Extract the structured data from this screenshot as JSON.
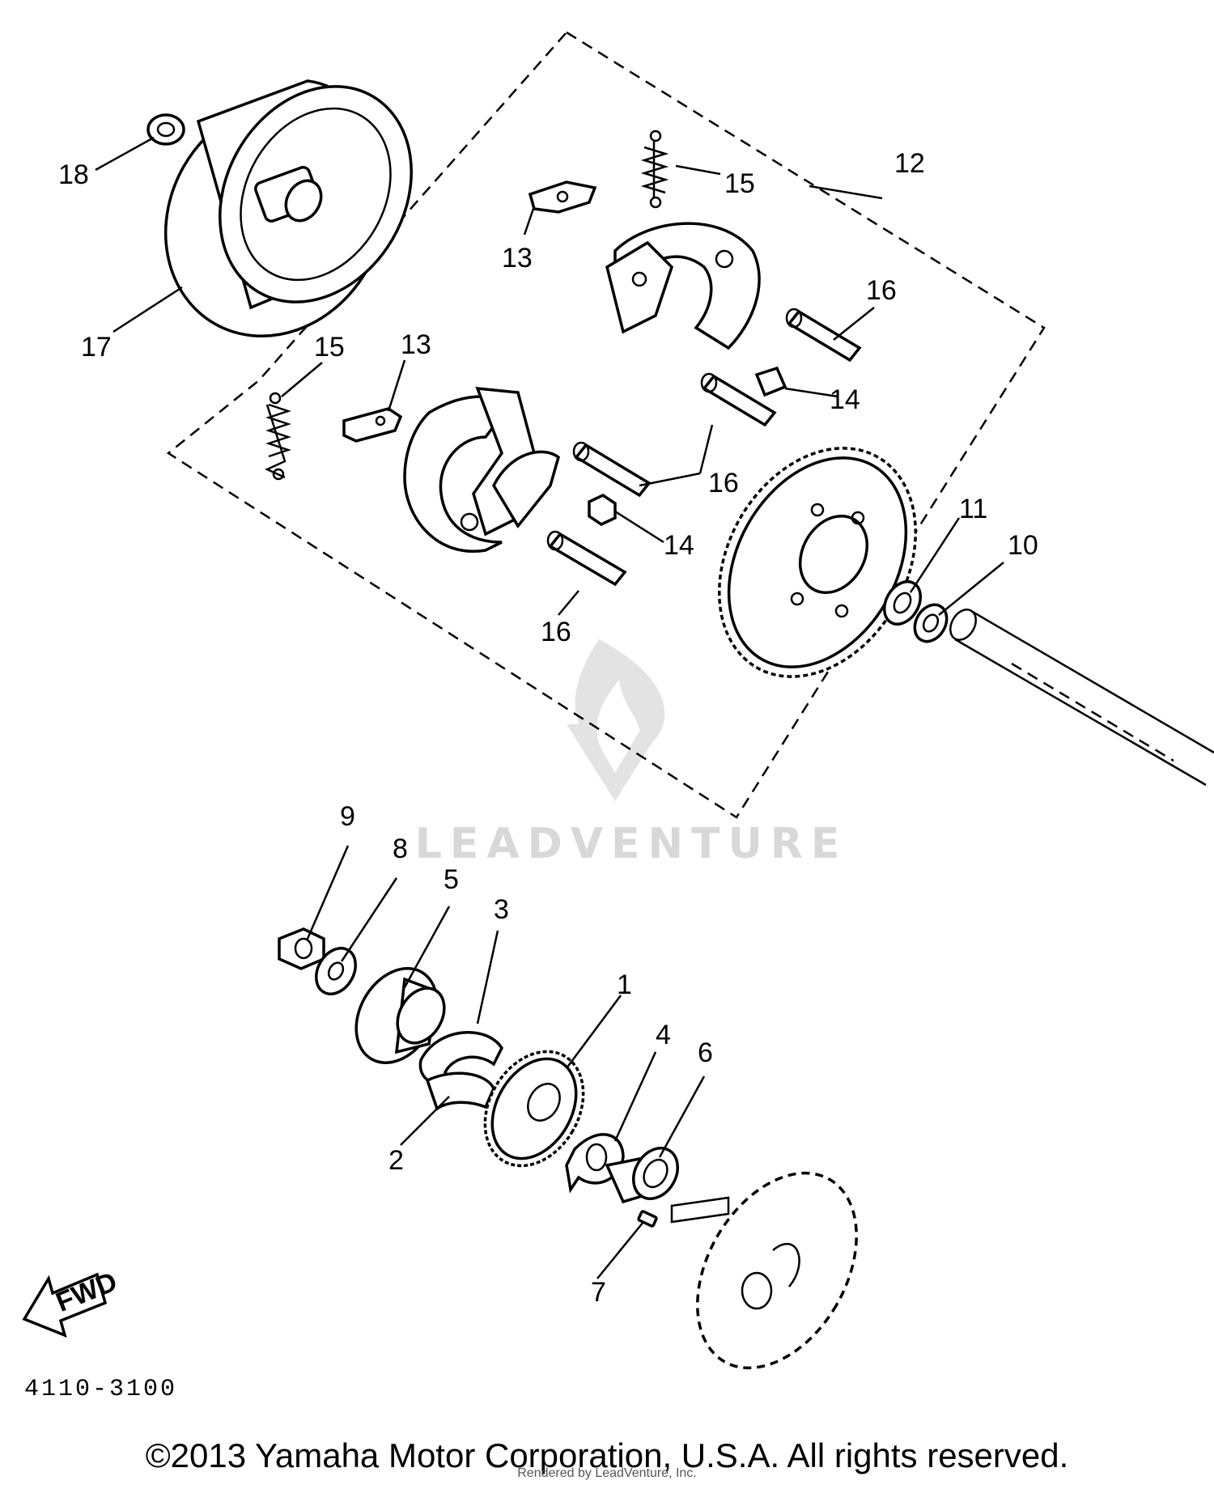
{
  "diagram": {
    "callouts": {
      "c1": "1",
      "c2": "2",
      "c3": "3",
      "c4": "4",
      "c5": "5",
      "c6": "6",
      "c7": "7",
      "c8": "8",
      "c9": "9",
      "c10": "10",
      "c11": "11",
      "c12": "12",
      "c13a": "13",
      "c13b": "13",
      "c14a": "14",
      "c14b": "14",
      "c15a": "15",
      "c15b": "15",
      "c16a": "16",
      "c16b": "16",
      "c16c": "16",
      "c17": "17",
      "c18": "18"
    },
    "fwd_label": "FWD",
    "diagram_code": "4110-3100"
  },
  "watermark": {
    "text": "LEADVENTURE"
  },
  "footer": {
    "copyright": "©2013 Yamaha Motor Corporation, U.S.A. All rights reserved.",
    "rendered_by": "Rendered by LeadVenture, Inc."
  }
}
